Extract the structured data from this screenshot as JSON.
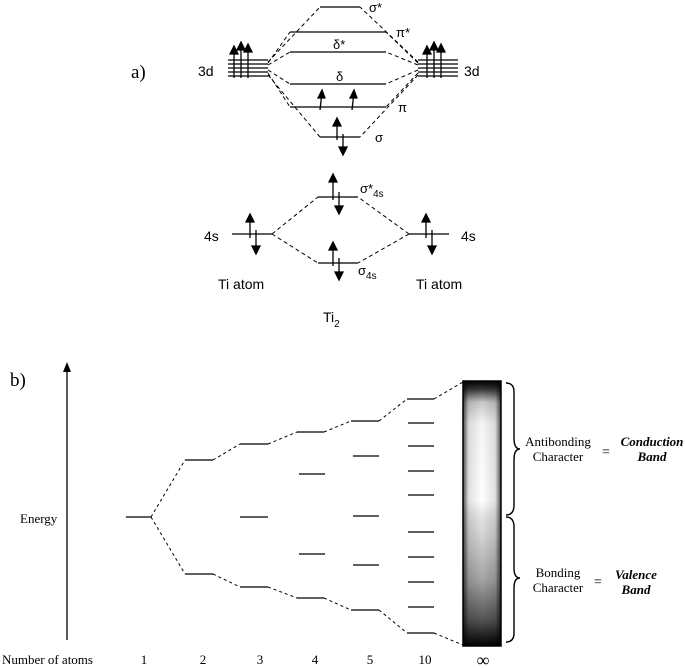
{
  "part_a": {
    "panel_label": "a)",
    "left_3d": "3d",
    "right_3d": "3d",
    "left_4s": "4s",
    "right_4s": "4s",
    "mo_labels": {
      "sigma_star": "σ*",
      "pi_star": "π*",
      "delta_star": "δ*",
      "delta": "δ",
      "pi": "π",
      "sigma": "σ"
    },
    "s_labels": {
      "sigma_star_4s_main": "σ*",
      "sigma_star_4s_sub": "4s",
      "sigma_4s_main": "σ",
      "sigma_4s_sub": "4s"
    },
    "left_atom": "Ti atom",
    "right_atom": "Ti atom",
    "molecule_main": "Ti",
    "molecule_sub": "2"
  },
  "part_b": {
    "panel_label": "b)",
    "energy_label": "Energy",
    "x_title": "Number of atoms",
    "atom_counts": [
      "1",
      "2",
      "3",
      "4",
      "5",
      "10",
      "∞"
    ],
    "antibonding_line1": "Antibonding",
    "antibonding_line2": "Character",
    "bonding_line1": "Bonding",
    "bonding_line2": "Character",
    "equals": "=",
    "conduction_line1": "Conduction",
    "conduction_line2": "Band",
    "valence_line1": "Valence",
    "valence_line2": "Band"
  }
}
